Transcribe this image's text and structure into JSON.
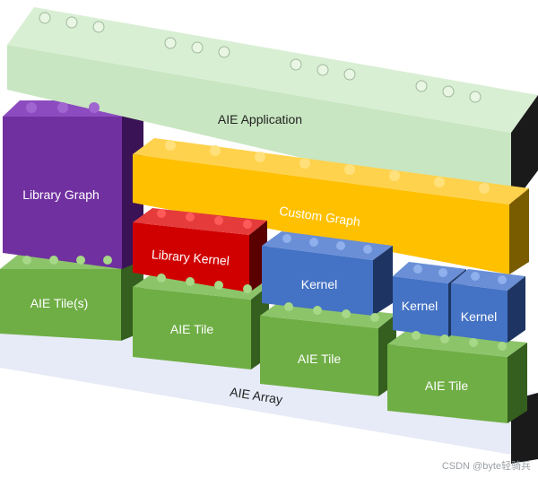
{
  "diagram": {
    "blocks": [
      {
        "id": "aie-application",
        "label": "AIE Application",
        "color": "#c9e6c4"
      },
      {
        "id": "library-graph",
        "label": "Library Graph",
        "color": "#7030a0"
      },
      {
        "id": "custom-graph",
        "label": "Custom Graph",
        "color": "#ffc000"
      },
      {
        "id": "library-kernel",
        "label": "Library Kernel",
        "color": "#d00000"
      },
      {
        "id": "kernel-1",
        "label": "Kernel",
        "color": "#4472c4"
      },
      {
        "id": "kernel-2",
        "label": "Kernel",
        "color": "#4472c4"
      },
      {
        "id": "kernel-3",
        "label": "Kernel",
        "color": "#4472c4"
      },
      {
        "id": "aie-tiles",
        "label": "AIE Tile(s)",
        "color": "#70ad47"
      },
      {
        "id": "aie-tile-1",
        "label": "AIE Tile",
        "color": "#70ad47"
      },
      {
        "id": "aie-tile-2",
        "label": "AIE Tile",
        "color": "#70ad47"
      },
      {
        "id": "aie-tile-3",
        "label": "AIE Tile",
        "color": "#70ad47"
      },
      {
        "id": "aie-array",
        "label": "AIE Array",
        "color": "#e4e8f6"
      }
    ]
  },
  "watermark": "CSDN @byte轻骑兵"
}
